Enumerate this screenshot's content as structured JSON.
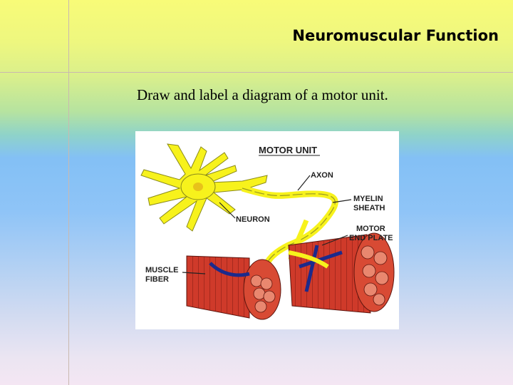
{
  "slide": {
    "title": "Neuromuscular Function",
    "instruction": "Draw and label a diagram of a motor unit."
  },
  "diagram": {
    "heading": "MOTOR UNIT",
    "labels": {
      "axon": "AXON",
      "myelin_line1": "MYELIN",
      "myelin_line2": "SHEATH",
      "neuron": "NEURON",
      "motor_line1": "MOTOR",
      "motor_line2": "END PLATE",
      "muscle_line1": "MUSCLE",
      "muscle_line2": "FIBER"
    }
  },
  "colors": {
    "neuron": "#f7f21c",
    "muscle": "#d23b2c",
    "myelin": "#1c2a8c"
  }
}
